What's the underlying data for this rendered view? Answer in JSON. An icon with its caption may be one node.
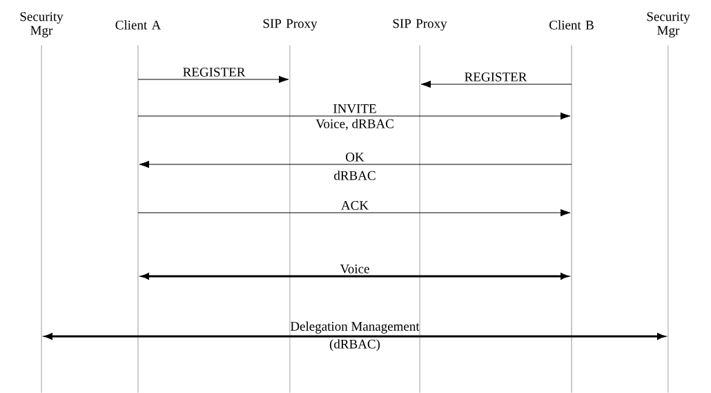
{
  "diagram": {
    "nodes": [
      {
        "text": [
          "Security Mgr"
        ]
      },
      {
        "text": [
          "Client A"
        ]
      },
      {
        "text": [
          "SIP Proxy"
        ]
      },
      {
        "text": [
          "SIP Proxy"
        ]
      },
      {
        "text": [
          "Client B"
        ]
      },
      {
        "text": [
          "Security Mgr"
        ]
      },
      {
        "text": [],
        "shape": "line"
      },
      {
        "text": [],
        "shape": "line"
      },
      {
        "text": [],
        "shape": "line"
      },
      {
        "text": [],
        "shape": "line"
      },
      {
        "text": [],
        "shape": "line"
      },
      {
        "text": [],
        "shape": "line"
      }
    ],
    "edges": [
      {
        "from": 7,
        "to": 8,
        "arrow": "to",
        "label": "REGISTER"
      },
      {
        "from": 10,
        "to": 9,
        "arrow": "to",
        "label": "REGISTER"
      },
      {
        "from": 7,
        "to": 10,
        "arrow": "to",
        "label": "INVITE"
      },
      {
        "from": 10,
        "to": 7,
        "arrow": "to",
        "label": "OK"
      },
      {
        "from": 7,
        "to": 10,
        "arrow": "to",
        "label": "ACK"
      },
      {
        "from": 7,
        "to": 10,
        "arrow": "both",
        "label": "Voice",
        "style": "thick"
      },
      {
        "from": 6,
        "to": 11,
        "arrow": "both",
        "label": "Delegation Management",
        "style": "thick"
      }
    ],
    "labels": [
      "Voice, dRBAC",
      "dRBAC",
      "(dRBAC)"
    ]
  }
}
